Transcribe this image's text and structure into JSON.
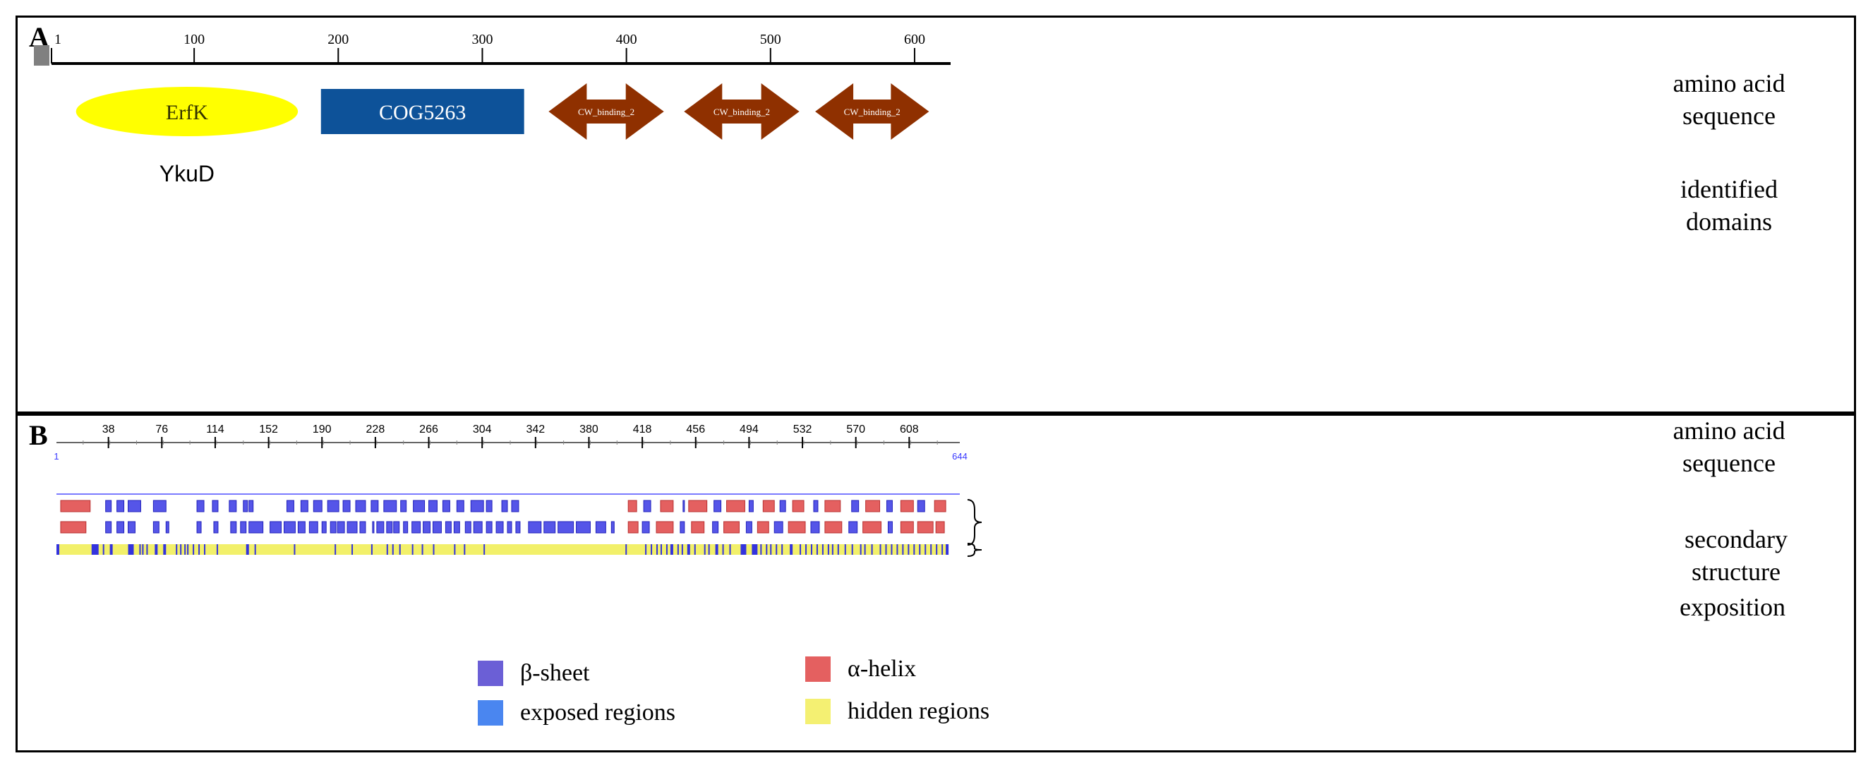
{
  "panelA": {
    "label": "A",
    "axis": {
      "min": 1,
      "max": 625,
      "ticks": [
        1,
        100,
        200,
        300,
        400,
        500,
        600
      ]
    },
    "signal_color": "#808080",
    "row_labels": {
      "sequence": [
        "amino acid",
        "sequence"
      ],
      "domains": [
        "identified",
        "domains"
      ]
    },
    "domains": [
      {
        "name": "ErfK",
        "sublabel": "YkuD",
        "shape": "ellipse",
        "start": 18,
        "end": 172,
        "color": "#ffff00",
        "text_color": "#333300"
      },
      {
        "name": "COG5263",
        "shape": "rect",
        "start": 188,
        "end": 329,
        "color": "#0d5299",
        "text_color": "#ffffff"
      },
      {
        "name": "CW_binding_2",
        "shape": "double-arrow",
        "start": 346,
        "end": 426,
        "color": "#8f3000",
        "text_color": "#ffffff"
      },
      {
        "name": "CW_binding_2",
        "shape": "double-arrow",
        "start": 440,
        "end": 520,
        "color": "#8f3000",
        "text_color": "#ffffff"
      },
      {
        "name": "CW_binding_2",
        "shape": "double-arrow",
        "start": 531,
        "end": 610,
        "color": "#8f3000",
        "text_color": "#ffffff"
      }
    ]
  },
  "panelB": {
    "label": "B",
    "axis": {
      "min": 1,
      "max": 644,
      "ticks": [
        38,
        76,
        114,
        152,
        190,
        228,
        266,
        304,
        342,
        380,
        418,
        456,
        494,
        532,
        570,
        608
      ],
      "minor_step": 19,
      "start_label": "1",
      "end_label": "644",
      "end_label_color": "#3a3aff"
    },
    "row_labels": {
      "sequence": [
        "amino acid",
        "sequence"
      ],
      "secondary": [
        "secondary",
        "structure"
      ],
      "exposition": [
        "exposition"
      ]
    },
    "colors": {
      "beta": "#5555e8",
      "beta_stroke": "#2222bb",
      "alpha": "#e46060",
      "alpha_stroke": "#b83030",
      "exposed": "#3333dd",
      "hidden": "#f2f06a",
      "guide": "#7a7aff"
    },
    "secondary_rows": [
      [
        [
          "a",
          4,
          25
        ],
        [
          "b",
          36,
          40
        ],
        [
          "b",
          44,
          49
        ],
        [
          "b",
          52,
          61
        ],
        [
          "b",
          70,
          79
        ],
        [
          "b",
          101,
          106
        ],
        [
          "b",
          112,
          116
        ],
        [
          "b",
          124,
          129
        ],
        [
          "b",
          134,
          137
        ],
        [
          "b",
          138,
          141
        ],
        [
          "b",
          165,
          170
        ],
        [
          "b",
          175,
          180
        ],
        [
          "b",
          184,
          190
        ],
        [
          "b",
          194,
          202
        ],
        [
          "b",
          205,
          210
        ],
        [
          "b",
          214,
          221
        ],
        [
          "b",
          225,
          230
        ],
        [
          "b",
          234,
          243
        ],
        [
          "b",
          246,
          250
        ],
        [
          "b",
          255,
          263
        ],
        [
          "b",
          266,
          272
        ],
        [
          "b",
          276,
          281
        ],
        [
          "b",
          286,
          291
        ],
        [
          "b",
          296,
          305
        ],
        [
          "b",
          307,
          311
        ],
        [
          "b",
          318,
          322
        ],
        [
          "b",
          325,
          330
        ],
        [
          "a",
          408,
          414
        ],
        [
          "b",
          419,
          424
        ],
        [
          "a",
          431,
          440
        ],
        [
          "b",
          447,
          448
        ],
        [
          "a",
          451,
          464
        ],
        [
          "b",
          469,
          474
        ],
        [
          "a",
          478,
          491
        ],
        [
          "b",
          494,
          497
        ],
        [
          "a",
          504,
          512
        ],
        [
          "b",
          516,
          520
        ],
        [
          "a",
          525,
          533
        ],
        [
          "b",
          540,
          543
        ],
        [
          "a",
          548,
          559
        ],
        [
          "b",
          567,
          572
        ],
        [
          "a",
          577,
          587
        ],
        [
          "b",
          592,
          596
        ],
        [
          "a",
          602,
          611
        ],
        [
          "b",
          614,
          619
        ],
        [
          "a",
          626,
          634
        ]
      ],
      [
        [
          "a",
          4,
          22
        ],
        [
          "b",
          36,
          40
        ],
        [
          "b",
          44,
          49
        ],
        [
          "b",
          52,
          57
        ],
        [
          "b",
          70,
          74
        ],
        [
          "b",
          79,
          81
        ],
        [
          "b",
          101,
          104
        ],
        [
          "b",
          113,
          116
        ],
        [
          "b",
          125,
          129
        ],
        [
          "b",
          132,
          136
        ],
        [
          "b",
          138,
          148
        ],
        [
          "b",
          153,
          161
        ],
        [
          "b",
          163,
          171
        ],
        [
          "b",
          173,
          178
        ],
        [
          "b",
          181,
          187
        ],
        [
          "b",
          190,
          193
        ],
        [
          "b",
          196,
          200
        ],
        [
          "b",
          201,
          206
        ],
        [
          "b",
          208,
          215
        ],
        [
          "b",
          217,
          221
        ],
        [
          "b",
          226,
          227
        ],
        [
          "b",
          229,
          234
        ],
        [
          "b",
          236,
          240
        ],
        [
          "b",
          241,
          245
        ],
        [
          "b",
          248,
          251
        ],
        [
          "b",
          254,
          260
        ],
        [
          "b",
          262,
          267
        ],
        [
          "b",
          269,
          275
        ],
        [
          "b",
          278,
          282
        ],
        [
          "b",
          284,
          288
        ],
        [
          "b",
          292,
          296
        ],
        [
          "b",
          298,
          304
        ],
        [
          "b",
          307,
          311
        ],
        [
          "b",
          314,
          319
        ],
        [
          "b",
          322,
          325
        ],
        [
          "b",
          328,
          331
        ],
        [
          "b",
          337,
          346
        ],
        [
          "b",
          348,
          356
        ],
        [
          "b",
          358,
          369
        ],
        [
          "b",
          371,
          381
        ],
        [
          "b",
          385,
          392
        ],
        [
          "b",
          396,
          398
        ],
        [
          "a",
          408,
          415
        ],
        [
          "b",
          418,
          423
        ],
        [
          "a",
          428,
          440
        ],
        [
          "b",
          445,
          448
        ],
        [
          "a",
          453,
          462
        ],
        [
          "b",
          468,
          472
        ],
        [
          "a",
          476,
          487
        ],
        [
          "b",
          492,
          496
        ],
        [
          "a",
          500,
          508
        ],
        [
          "b",
          512,
          518
        ],
        [
          "a",
          522,
          534
        ],
        [
          "b",
          538,
          544
        ],
        [
          "a",
          548,
          560
        ],
        [
          "b",
          565,
          571
        ],
        [
          "a",
          575,
          588
        ],
        [
          "b",
          593,
          596
        ],
        [
          "a",
          602,
          611
        ],
        [
          "a",
          614,
          625
        ],
        [
          "a",
          627,
          633
        ]
      ]
    ],
    "exposed_segments": [
      [
        1,
        3
      ],
      [
        26,
        31
      ],
      [
        34,
        35
      ],
      [
        39,
        41
      ],
      [
        52,
        56
      ],
      [
        60,
        61
      ],
      [
        62,
        63
      ],
      [
        65,
        66
      ],
      [
        71,
        73
      ],
      [
        77,
        79
      ],
      [
        86,
        87
      ],
      [
        89,
        90
      ],
      [
        92,
        93
      ],
      [
        94,
        95
      ],
      [
        98,
        99
      ],
      [
        102,
        103
      ],
      [
        106,
        107
      ],
      [
        115,
        116
      ],
      [
        136,
        138
      ],
      [
        142,
        143
      ],
      [
        170,
        171
      ],
      [
        199,
        200
      ],
      [
        211,
        212
      ],
      [
        225,
        226
      ],
      [
        236,
        237
      ],
      [
        240,
        241
      ],
      [
        245,
        246
      ],
      [
        254,
        255
      ],
      [
        261,
        262
      ],
      [
        269,
        270
      ],
      [
        284,
        285
      ],
      [
        291,
        292
      ],
      [
        305,
        306
      ],
      [
        406,
        407
      ],
      [
        420,
        421
      ],
      [
        424,
        425
      ],
      [
        428,
        429
      ],
      [
        431,
        432
      ],
      [
        435,
        436
      ],
      [
        438,
        440
      ],
      [
        443,
        444
      ],
      [
        446,
        447
      ],
      [
        450,
        452
      ],
      [
        455,
        456
      ],
      [
        462,
        463
      ],
      [
        465,
        466
      ],
      [
        470,
        472
      ],
      [
        475,
        476
      ],
      [
        480,
        481
      ],
      [
        488,
        492
      ],
      [
        496,
        500
      ],
      [
        502,
        503
      ],
      [
        506,
        507
      ],
      [
        509,
        510
      ],
      [
        513,
        514
      ],
      [
        517,
        518
      ],
      [
        523,
        525
      ],
      [
        530,
        531
      ],
      [
        534,
        535
      ],
      [
        538,
        539
      ],
      [
        542,
        543
      ],
      [
        546,
        547
      ],
      [
        550,
        551
      ],
      [
        553,
        554
      ],
      [
        557,
        558
      ],
      [
        562,
        563
      ],
      [
        567,
        568
      ],
      [
        573,
        574
      ],
      [
        576,
        577
      ],
      [
        581,
        582
      ],
      [
        587,
        588
      ],
      [
        591,
        592
      ],
      [
        595,
        596
      ],
      [
        599,
        600
      ],
      [
        603,
        604
      ],
      [
        607,
        608
      ],
      [
        611,
        612
      ],
      [
        615,
        616
      ],
      [
        619,
        620
      ],
      [
        623,
        624
      ],
      [
        627,
        628
      ],
      [
        631,
        632
      ],
      [
        634,
        636
      ]
    ],
    "legend": [
      {
        "label": "β-sheet",
        "color": "#6b5fd6"
      },
      {
        "label": "α-helix",
        "color": "#e46060"
      },
      {
        "label": "exposed regions",
        "color": "#4a86f0"
      },
      {
        "label": "hidden regions",
        "color": "#f4f072"
      }
    ]
  }
}
